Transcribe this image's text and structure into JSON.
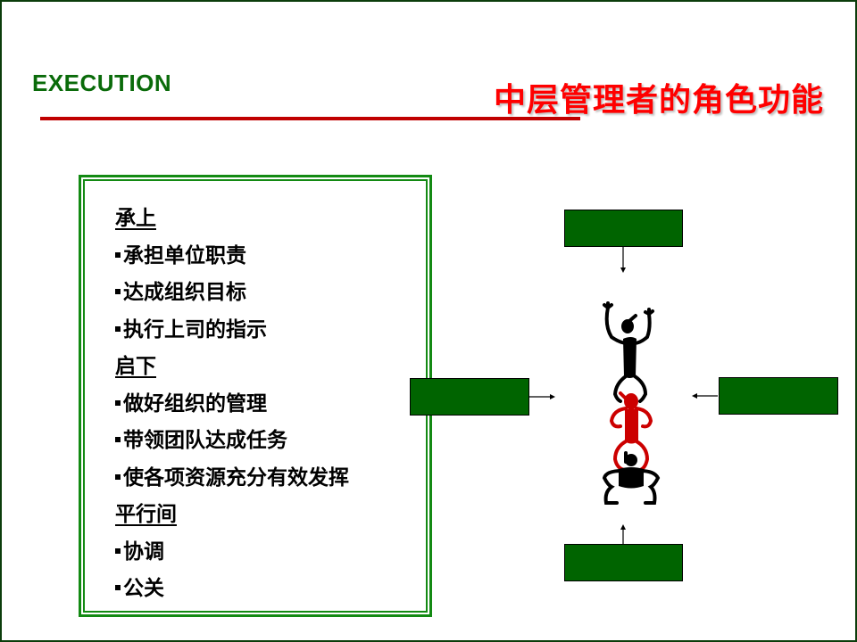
{
  "header": {
    "brand": "EXECUTION",
    "title": "中层管理者的角色功能"
  },
  "colors": {
    "brand_green": "#0a6b0a",
    "title_red": "#ff0000",
    "rule_red": "#c00000",
    "box_green": "#006400",
    "border_green": "#138a13",
    "figure_red": "#cc0000",
    "figure_black": "#000000"
  },
  "roles": {
    "sections": [
      {
        "heading": "承上",
        "items": [
          "承担单位职责",
          "达成组织目标",
          "执行上司的指示"
        ]
      },
      {
        "heading": "启下",
        "items": [
          "做好组织的管理",
          "带领团队达成任务",
          "使各项资源充分有效发挥"
        ]
      },
      {
        "heading": "平行间",
        "items": [
          "协调",
          "公关"
        ]
      }
    ]
  },
  "diagram": {
    "boxes": [
      "top",
      "left",
      "right",
      "bottom"
    ],
    "figure": "stacked-people-icon"
  }
}
